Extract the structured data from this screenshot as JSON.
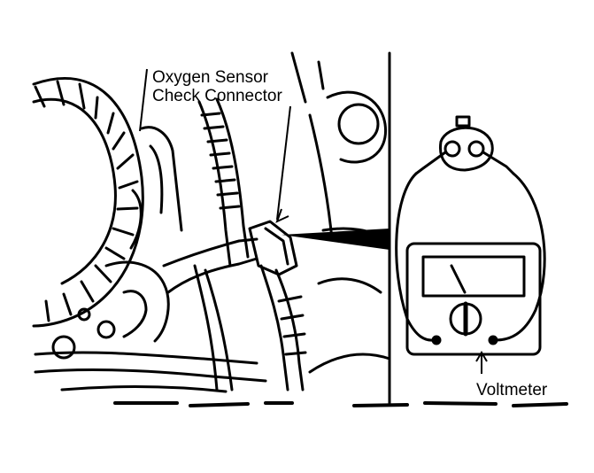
{
  "labels": {
    "sensor_line1": "Oxygen Sensor",
    "sensor_line2": "Check Connector",
    "voltmeter": "Voltmeter"
  }
}
